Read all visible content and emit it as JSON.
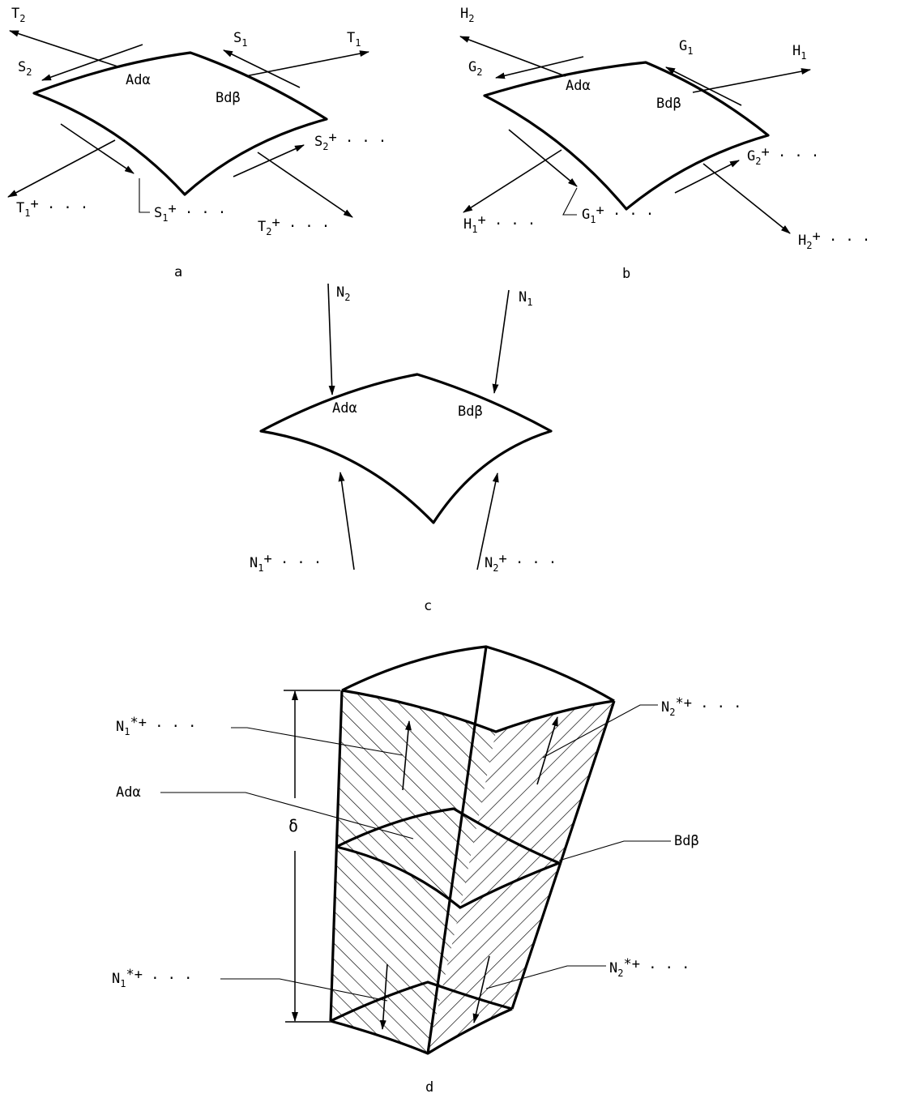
{
  "panel_a": {
    "caption": "a",
    "T2": "T",
    "T2s": "2",
    "S2": "S",
    "S2s": "2",
    "S1": "S",
    "S1s": "1",
    "T1": "T",
    "T1s": "1",
    "Ada": "Adα",
    "Bdb": "Bdβ",
    "S2p": "S",
    "S2ps": "2",
    "S2pp": "+ . . .",
    "T1p": "T",
    "T1ps": "1",
    "T1pp": "+ . . .",
    "S1p": "S",
    "S1ps": "1",
    "S1pp": "+ . . .",
    "T2p": "T",
    "T2ps": "2",
    "T2pp": "+ . . ."
  },
  "panel_b": {
    "caption": "b",
    "H2": "H",
    "H2s": "2",
    "G2": "G",
    "G2s": "2",
    "G1": "G",
    "G1s": "1",
    "H1": "H",
    "H1s": "1",
    "Ada": "Adα",
    "Bdb": "Bdβ",
    "G2p": "G",
    "G2ps": "2",
    "G2pp": "+ . . .",
    "H1p": "H",
    "H1ps": "1",
    "H1pp": "+ . . .",
    "G1p": "G",
    "G1ps": "1",
    "G1pp": "+ . . .",
    "H2p": "H",
    "H2ps": "2",
    "H2pp": "+ . . ."
  },
  "panel_c": {
    "caption": "c",
    "N2": "N",
    "N2s": "2",
    "N1": "N",
    "N1s": "1",
    "Ada": "Adα",
    "Bdb": "Bdβ",
    "N1p": "N",
    "N1ps": "1",
    "N1pp": "+ . . .",
    "N2p": "N",
    "N2ps": "2",
    "N2pp": "+ . . ."
  },
  "panel_d": {
    "caption": "d",
    "N1st_top": "N",
    "N1st_top_s": "1",
    "N1st_top_p": "*+ . . .",
    "N2st_top": "N",
    "N2st_top_s": "2",
    "N2st_top_p": "*+ . . .",
    "Ada": "Adα",
    "Bdb": "Bdβ",
    "delta": "δ",
    "N1st_bot": "N",
    "N1st_bot_s": "1",
    "N1st_bot_p": "*+ . . .",
    "N2st_bot": "N",
    "N2st_bot_s": "2",
    "N2st_bot_p": "*+ . . ."
  }
}
